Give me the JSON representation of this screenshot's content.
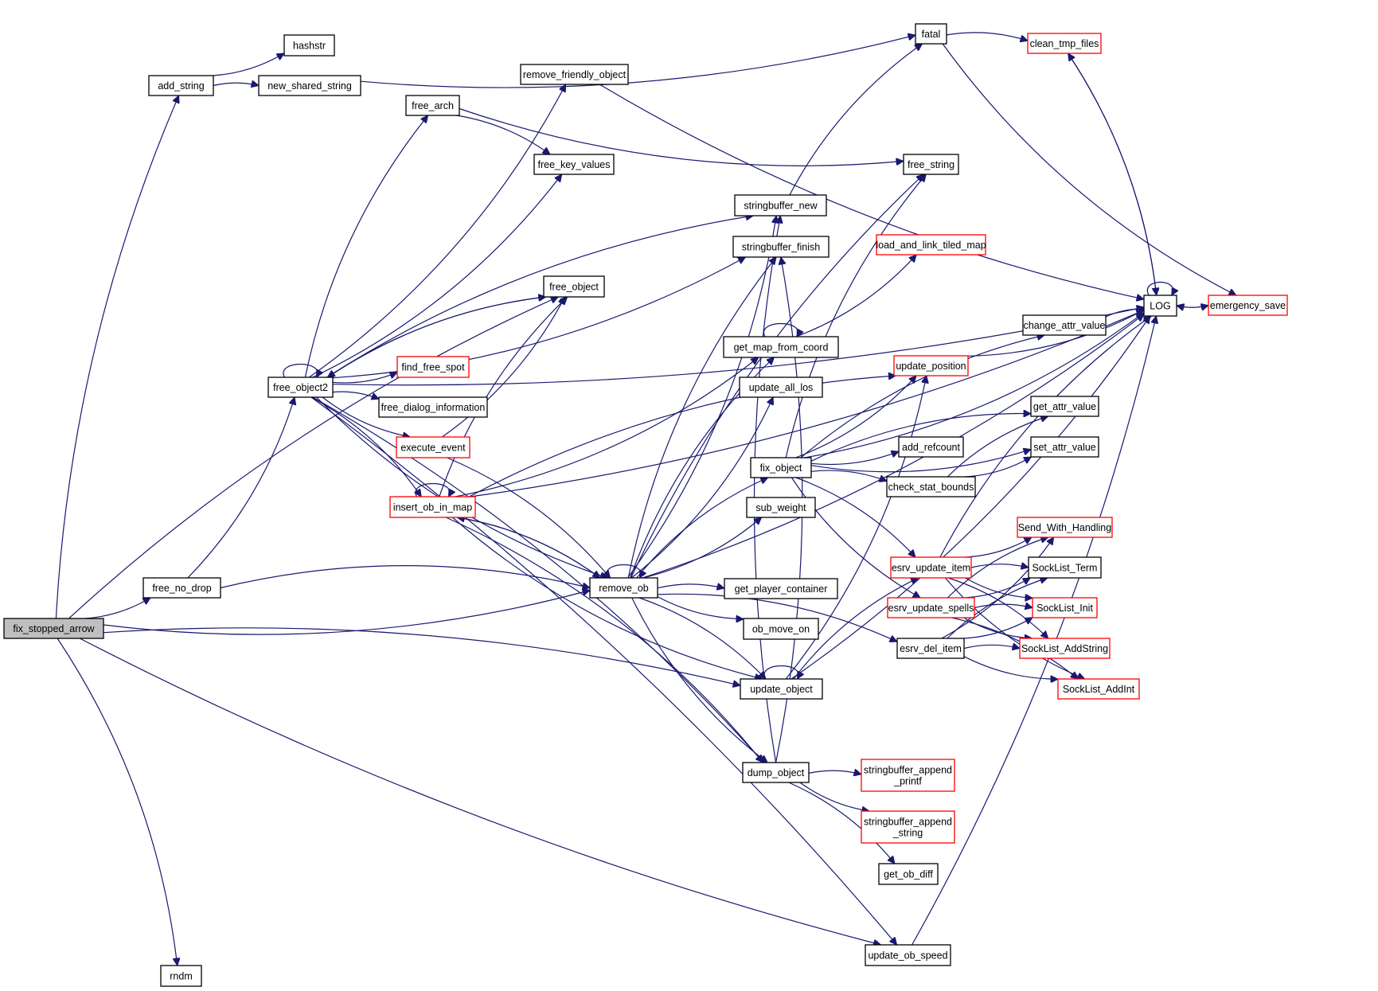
{
  "diagram": {
    "type": "call-graph",
    "root": "fix_stopped_arrow",
    "colors": {
      "edge": "#191970",
      "node_border_default": "#000000",
      "node_border_truncated": "#ff0000",
      "node_fill_default": "#ffffff",
      "node_fill_root": "#bfbfbf"
    },
    "nodes": [
      {
        "id": "fix_stopped_arrow",
        "label": "fix_stopped_arrow",
        "style": "root"
      },
      {
        "id": "add_string",
        "label": "add_string",
        "style": "default"
      },
      {
        "id": "hashstr",
        "label": "hashstr",
        "style": "default"
      },
      {
        "id": "new_shared_string",
        "label": "new_shared_string",
        "style": "default"
      },
      {
        "id": "fatal",
        "label": "fatal",
        "style": "default"
      },
      {
        "id": "clean_tmp_files",
        "label": "clean_tmp_files",
        "style": "truncated"
      },
      {
        "id": "remove_friendly_object",
        "label": "remove_friendly_object",
        "style": "default"
      },
      {
        "id": "free_arch",
        "label": "free_arch",
        "style": "default"
      },
      {
        "id": "free_key_values",
        "label": "free_key_values",
        "style": "default"
      },
      {
        "id": "free_string",
        "label": "free_string",
        "style": "default"
      },
      {
        "id": "stringbuffer_new",
        "label": "stringbuffer_new",
        "style": "default"
      },
      {
        "id": "stringbuffer_finish",
        "label": "stringbuffer_finish",
        "style": "default"
      },
      {
        "id": "load_and_link_tiled_map",
        "label": "load_and_link_tiled_map",
        "style": "truncated"
      },
      {
        "id": "free_object",
        "label": "free_object",
        "style": "default"
      },
      {
        "id": "LOG",
        "label": "LOG",
        "style": "default"
      },
      {
        "id": "emergency_save",
        "label": "emergency_save",
        "style": "truncated"
      },
      {
        "id": "change_attr_value",
        "label": "change_attr_value",
        "style": "default"
      },
      {
        "id": "get_map_from_coord",
        "label": "get_map_from_coord",
        "style": "default"
      },
      {
        "id": "find_free_spot",
        "label": "find_free_spot",
        "style": "truncated"
      },
      {
        "id": "free_object2",
        "label": "free_object2",
        "style": "default"
      },
      {
        "id": "update_position",
        "label": "update_position",
        "style": "truncated"
      },
      {
        "id": "update_all_los",
        "label": "update_all_los",
        "style": "default"
      },
      {
        "id": "free_dialog_information",
        "label": "free_dialog_information",
        "style": "default"
      },
      {
        "id": "get_attr_value",
        "label": "get_attr_value",
        "style": "default"
      },
      {
        "id": "execute_event",
        "label": "execute_event",
        "style": "truncated"
      },
      {
        "id": "add_refcount",
        "label": "add_refcount",
        "style": "default"
      },
      {
        "id": "set_attr_value",
        "label": "set_attr_value",
        "style": "default"
      },
      {
        "id": "fix_object",
        "label": "fix_object",
        "style": "default"
      },
      {
        "id": "insert_ob_in_map",
        "label": "insert_ob_in_map",
        "style": "truncated"
      },
      {
        "id": "check_stat_bounds",
        "label": "check_stat_bounds",
        "style": "default"
      },
      {
        "id": "sub_weight",
        "label": "sub_weight",
        "style": "default"
      },
      {
        "id": "Send_With_Handling",
        "label": "Send_With_Handling",
        "style": "truncated"
      },
      {
        "id": "esrv_update_item",
        "label": "esrv_update_item",
        "style": "truncated"
      },
      {
        "id": "SockList_Term",
        "label": "SockList_Term",
        "style": "default"
      },
      {
        "id": "free_no_drop",
        "label": "free_no_drop",
        "style": "default"
      },
      {
        "id": "remove_ob",
        "label": "remove_ob",
        "style": "default"
      },
      {
        "id": "get_player_container",
        "label": "get_player_container",
        "style": "default"
      },
      {
        "id": "esrv_update_spells",
        "label": "esrv_update_spells",
        "style": "truncated"
      },
      {
        "id": "SockList_Init",
        "label": "SockList_Init",
        "style": "truncated"
      },
      {
        "id": "ob_move_on",
        "label": "ob_move_on",
        "style": "default"
      },
      {
        "id": "esrv_del_item",
        "label": "esrv_del_item",
        "style": "default"
      },
      {
        "id": "SockList_AddString",
        "label": "SockList_AddString",
        "style": "truncated"
      },
      {
        "id": "update_object",
        "label": "update_object",
        "style": "default"
      },
      {
        "id": "SockList_AddInt",
        "label": "SockList_AddInt",
        "style": "truncated"
      },
      {
        "id": "dump_object",
        "label": "dump_object",
        "style": "default"
      },
      {
        "id": "stringbuffer_append_printf",
        "label": "stringbuffer_append\n_printf",
        "style": "truncated"
      },
      {
        "id": "stringbuffer_append_string",
        "label": "stringbuffer_append\n_string",
        "style": "truncated"
      },
      {
        "id": "get_ob_diff",
        "label": "get_ob_diff",
        "style": "default"
      },
      {
        "id": "update_ob_speed",
        "label": "update_ob_speed",
        "style": "default"
      },
      {
        "id": "rndm",
        "label": "rndm",
        "style": "default"
      }
    ],
    "edges": [
      [
        "fix_stopped_arrow",
        "add_string"
      ],
      [
        "fix_stopped_arrow",
        "free_no_drop"
      ],
      [
        "fix_stopped_arrow",
        "free_object"
      ],
      [
        "fix_stopped_arrow",
        "remove_ob"
      ],
      [
        "fix_stopped_arrow",
        "update_object"
      ],
      [
        "fix_stopped_arrow",
        "update_ob_speed"
      ],
      [
        "fix_stopped_arrow",
        "rndm"
      ],
      [
        "add_string",
        "hashstr"
      ],
      [
        "add_string",
        "new_shared_string"
      ],
      [
        "new_shared_string",
        "fatal"
      ],
      [
        "fatal",
        "clean_tmp_files"
      ],
      [
        "fatal",
        "emergency_save"
      ],
      [
        "clean_tmp_files",
        "LOG"
      ],
      [
        "LOG",
        "clean_tmp_files"
      ],
      [
        "LOG",
        "LOG"
      ],
      [
        "LOG",
        "emergency_save"
      ],
      [
        "emergency_save",
        "LOG"
      ],
      [
        "free_no_drop",
        "free_object2"
      ],
      [
        "free_no_drop",
        "remove_ob"
      ],
      [
        "free_object",
        "free_object2"
      ],
      [
        "free_object2",
        "free_object2"
      ],
      [
        "free_object2",
        "remove_friendly_object"
      ],
      [
        "free_object2",
        "free_arch"
      ],
      [
        "free_object2",
        "free_key_values"
      ],
      [
        "free_object2",
        "stringbuffer_new"
      ],
      [
        "free_object2",
        "stringbuffer_finish"
      ],
      [
        "free_object2",
        "free_object"
      ],
      [
        "free_object2",
        "find_free_spot"
      ],
      [
        "free_object2",
        "free_dialog_information"
      ],
      [
        "free_object2",
        "execute_event"
      ],
      [
        "free_object2",
        "insert_ob_in_map"
      ],
      [
        "free_object2",
        "remove_ob"
      ],
      [
        "free_object2",
        "dump_object"
      ],
      [
        "free_object2",
        "LOG"
      ],
      [
        "free_object2",
        "update_ob_speed"
      ],
      [
        "remove_friendly_object",
        "LOG"
      ],
      [
        "free_arch",
        "free_key_values"
      ],
      [
        "free_arch",
        "free_string"
      ],
      [
        "stringbuffer_new",
        "fatal"
      ],
      [
        "execute_event",
        "free_object"
      ],
      [
        "execute_event",
        "remove_ob"
      ],
      [
        "insert_ob_in_map",
        "insert_ob_in_map"
      ],
      [
        "insert_ob_in_map",
        "free_object"
      ],
      [
        "insert_ob_in_map",
        "get_map_from_coord"
      ],
      [
        "insert_ob_in_map",
        "update_position"
      ],
      [
        "insert_ob_in_map",
        "LOG"
      ],
      [
        "insert_ob_in_map",
        "remove_ob"
      ],
      [
        "insert_ob_in_map",
        "update_object"
      ],
      [
        "insert_ob_in_map",
        "dump_object"
      ],
      [
        "remove_ob",
        "remove_ob"
      ],
      [
        "remove_ob",
        "free_string"
      ],
      [
        "remove_ob",
        "stringbuffer_new"
      ],
      [
        "remove_ob",
        "stringbuffer_finish"
      ],
      [
        "remove_ob",
        "insert_ob_in_map"
      ],
      [
        "remove_ob",
        "get_map_from_coord"
      ],
      [
        "remove_ob",
        "update_all_los"
      ],
      [
        "remove_ob",
        "fix_object"
      ],
      [
        "remove_ob",
        "sub_weight"
      ],
      [
        "remove_ob",
        "get_player_container"
      ],
      [
        "remove_ob",
        "ob_move_on"
      ],
      [
        "remove_ob",
        "update_object"
      ],
      [
        "remove_ob",
        "dump_object"
      ],
      [
        "remove_ob",
        "esrv_del_item"
      ],
      [
        "remove_ob",
        "LOG"
      ],
      [
        "get_map_from_coord",
        "get_map_from_coord"
      ],
      [
        "get_map_from_coord",
        "load_and_link_tiled_map"
      ],
      [
        "fix_object",
        "free_string"
      ],
      [
        "fix_object",
        "LOG"
      ],
      [
        "fix_object",
        "change_attr_value"
      ],
      [
        "fix_object",
        "update_position"
      ],
      [
        "fix_object",
        "get_attr_value"
      ],
      [
        "fix_object",
        "add_refcount"
      ],
      [
        "fix_object",
        "check_stat_bounds"
      ],
      [
        "fix_object",
        "set_attr_value"
      ],
      [
        "fix_object",
        "esrv_update_item"
      ],
      [
        "fix_object",
        "esrv_update_spells"
      ],
      [
        "change_attr_value",
        "LOG"
      ],
      [
        "update_position",
        "LOG"
      ],
      [
        "check_stat_bounds",
        "get_attr_value"
      ],
      [
        "check_stat_bounds",
        "set_attr_value"
      ],
      [
        "esrv_update_item",
        "LOG"
      ],
      [
        "esrv_update_item",
        "Send_With_Handling"
      ],
      [
        "esrv_update_item",
        "SockList_Term"
      ],
      [
        "esrv_update_item",
        "SockList_Init"
      ],
      [
        "esrv_update_item",
        "SockList_AddString"
      ],
      [
        "esrv_update_item",
        "SockList_AddInt"
      ],
      [
        "esrv_update_spells",
        "Send_With_Handling"
      ],
      [
        "esrv_update_spells",
        "SockList_Term"
      ],
      [
        "esrv_update_spells",
        "SockList_Init"
      ],
      [
        "esrv_update_spells",
        "SockList_AddString"
      ],
      [
        "esrv_update_spells",
        "SockList_AddInt"
      ],
      [
        "esrv_del_item",
        "Send_With_Handling"
      ],
      [
        "esrv_del_item",
        "SockList_Term"
      ],
      [
        "esrv_del_item",
        "SockList_Init"
      ],
      [
        "esrv_del_item",
        "SockList_AddString"
      ],
      [
        "esrv_del_item",
        "SockList_AddInt"
      ],
      [
        "update_object",
        "update_object"
      ],
      [
        "update_object",
        "update_position"
      ],
      [
        "update_object",
        "esrv_update_item"
      ],
      [
        "update_object",
        "LOG"
      ],
      [
        "dump_object",
        "stringbuffer_new"
      ],
      [
        "dump_object",
        "stringbuffer_finish"
      ],
      [
        "dump_object",
        "stringbuffer_append_printf"
      ],
      [
        "dump_object",
        "stringbuffer_append_string"
      ],
      [
        "dump_object",
        "get_ob_diff"
      ],
      [
        "update_ob_speed",
        "LOG"
      ]
    ]
  }
}
